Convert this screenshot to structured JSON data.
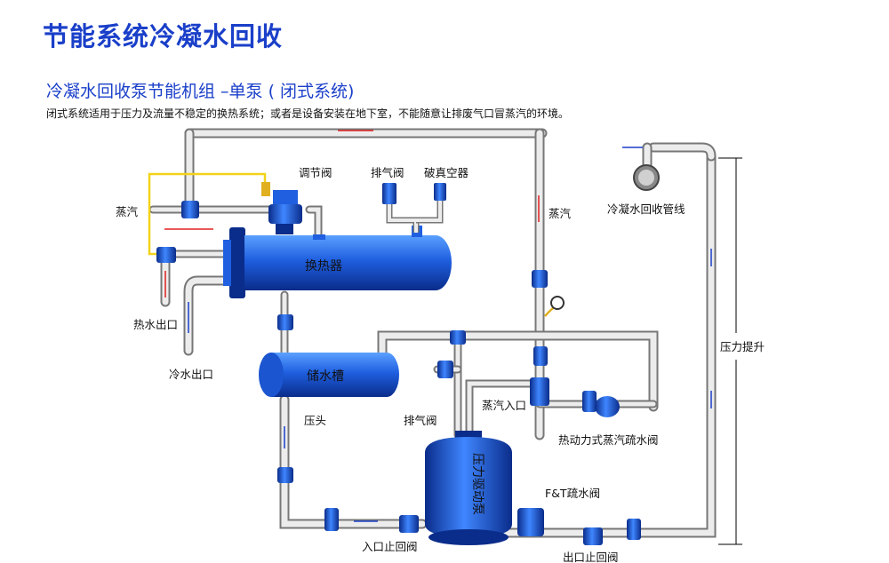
{
  "title": "节能系统冷凝水回收",
  "subtitle": "冷凝水回收泵节能机组 –单泵 ( 闭式系统)",
  "description": "闭式系统适用于压力及流量不稳定的换热系统；或者是设备安装在地下室，不能随意让排废气口冒蒸汽的环境。",
  "labels": {
    "regulating_valve": "调节阀",
    "vent_valve_top": "排气阀",
    "vacuum_breaker": "破真空器",
    "steam_left": "蒸汽",
    "steam_right": "蒸汽",
    "heat_exchanger": "换热器",
    "hot_water_outlet": "热水出口",
    "cold_water_outlet": "冷水出口",
    "storage_tank": "储水槽",
    "head": "压头",
    "vent_valve_mid": "排气阀",
    "steam_inlet": "蒸汽入口",
    "thermodynamic_trap": "热动力式蒸汽疏水阀",
    "condensate_line": "冷凝水回收管线",
    "pressure_lift": "压力提升",
    "pressure_pump": "压力驱动泵",
    "ft_trap": "F&T疏水阀",
    "inlet_check_valve": "入口止回阀",
    "outlet_check_valve": "出口止回阀"
  },
  "colors": {
    "title": "#1a3fc9",
    "pipe": "#d6d6d6",
    "equipment": "#1f5fe0",
    "steam_arrow": "#e02020",
    "water_arrow": "#1a3fc9",
    "control_line": "#f2d21a"
  }
}
